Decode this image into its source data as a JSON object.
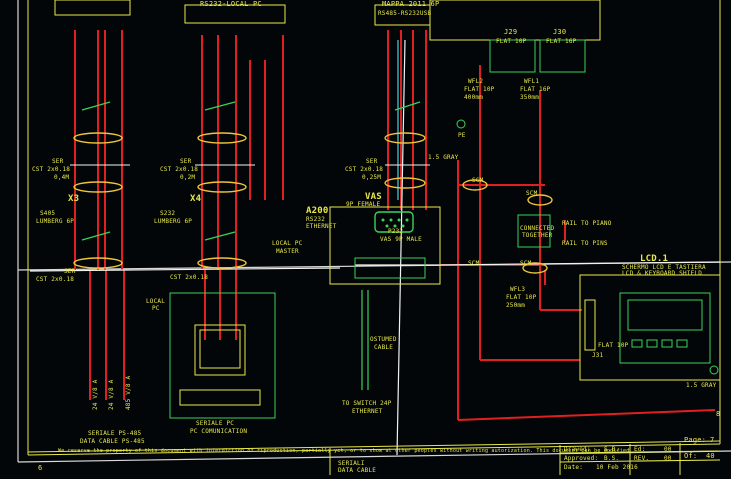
{
  "connectors": {
    "rs232_local_pc": "RS232-LOCAL PC",
    "rs485_top": "MAPPA 2011 6P",
    "rs485_sub": "RS485-RS232USB",
    "j29": "J29",
    "j29_sub": "FLAT 10P",
    "j30": "J30",
    "j30_sub": "FLAT 16P",
    "x3": "X3",
    "x4": "X4",
    "a200": "A200",
    "a200_sub1": "RS232",
    "a200_sub2": "ETHERNET",
    "vas": "VAS",
    "vas_sub": "9P FEMALE",
    "vas_inner1": "P232",
    "vas_inner2": "VAS 9P MALE",
    "lcd": "LCD.1",
    "lcd_sub1": "SCHERMO LCD E TASTIERA",
    "lcd_sub2": "LCD & KEYBOARD SHIELD",
    "j31": "J31",
    "j31_sub": "FLAT 10P",
    "pe": "PE"
  },
  "cables": {
    "ser_x3": "SER",
    "cst_x3_top": "CST 2x0.18",
    "cst_x3_bot": "0,4M",
    "s405": "S405",
    "lumberg_x3": "LUMBERG 6P",
    "ser_x4": "SER",
    "cst_x4_top": "CST 2x0.18",
    "cst_x4_bot": "0,2M",
    "s232": "S232",
    "lumberg_x4": "LUMBERG 6P",
    "ser_mid": "SER",
    "cst_mid_top": "CST 2x0.18",
    "cst_mid_bot": "0,25M",
    "ser_bottom": "SER",
    "cst_bottom_a": "CST 2x0.18",
    "cst_bottom_b": "CST 2x0.18",
    "local_pc_master1": "LOCAL PC",
    "local_pc_master2": "MASTER",
    "local_pc": "LOCAL",
    "local_pc2": "PC",
    "gray_15": "1.5 GRAY",
    "gray_15b": "1.5 GRAY",
    "scm1": "SCM",
    "scm2": "SCM",
    "scm3": "SCM",
    "scm4": "SCM",
    "wfl2_a": "WFL2",
    "wfl2_b": "FLAT 10P",
    "wfl2_c": "400mm",
    "wfl1_a": "WFL1",
    "wfl1_b": "FLAT 16P",
    "wfl1_c": "350mm",
    "wfl3_a": "WFL3",
    "wfl3_b": "FLAT 10P",
    "wfl3_c": "250mm",
    "connected_1": "CONNECTED",
    "connected_2": "TOGETHER",
    "rail_piano": "RAIL TO PIANO",
    "rail_pins": "RAIL TO PINS",
    "ostumed_1": "OSTUMED",
    "ostumed_2": "CABLE",
    "switch": "TO SWITCH 24P",
    "ethernet": "ETHERNET",
    "serial_ps485_1": "SERIALE PS-485",
    "serial_ps485_2": "DATA CABLE PS-485",
    "serial_pc_1": "SERIALE PC",
    "serial_pc_2": "PC COMUNICATION",
    "v_24a": "24 V/8 A",
    "v_24b": "24 V/8 A",
    "v_485": "485 V/8 A"
  },
  "titleblock": {
    "notice": "We reserve the property of this document with interdiction of riproduction, partially yet, or to show at other peoples without writing autorization. This document can be modified",
    "title1": "SERIALI",
    "title2": "DATA CABLE",
    "drawn_label": "Drawed:",
    "drawn_val": "S.B.",
    "approved_label": "Approved:",
    "approved_val": "B.S.",
    "date_label": "Date:",
    "date_val": "10 Feb 2016",
    "ed_label": "Ed:",
    "ed_val": "00",
    "rev_label": "REV.",
    "rev_val": "00",
    "page_label": "Page:",
    "page_val": "7",
    "of_label": "Of:",
    "of_val": "40",
    "sheet_left": "6",
    "sheet_right": "8"
  }
}
